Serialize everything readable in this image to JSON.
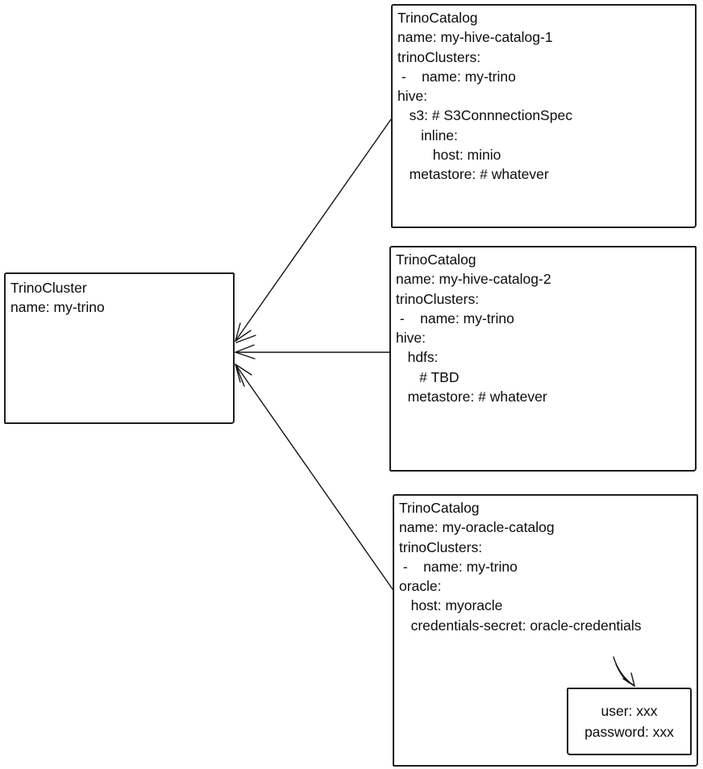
{
  "colors": {
    "background": "#ffffff",
    "stroke": "#1d1d1d",
    "text": "#0c0c0c"
  },
  "cluster": {
    "lines": [
      "TrinoCluster",
      "name: my-trino"
    ]
  },
  "catalogs": [
    {
      "lines": [
        "TrinoCatalog",
        "name: my-hive-catalog-1",
        "trinoClusters:",
        " -    name: my-trino",
        "hive:",
        "   s3: # S3ConnnectionSpec",
        "      inline:",
        "         host: minio",
        "   metastore: # whatever"
      ]
    },
    {
      "lines": [
        "TrinoCatalog",
        "name: my-hive-catalog-2",
        "trinoClusters:",
        " -    name: my-trino",
        "hive:",
        "   hdfs:",
        "      # TBD",
        "   metastore: # whatever"
      ]
    },
    {
      "lines": [
        "TrinoCatalog",
        "name: my-oracle-catalog",
        "trinoClusters:",
        " -    name: my-trino",
        "oracle:",
        "   host: myoracle",
        "   credentials-secret: oracle-credentials"
      ]
    }
  ],
  "credentials": {
    "lines": [
      "user: xxx",
      "password: xxx"
    ]
  }
}
